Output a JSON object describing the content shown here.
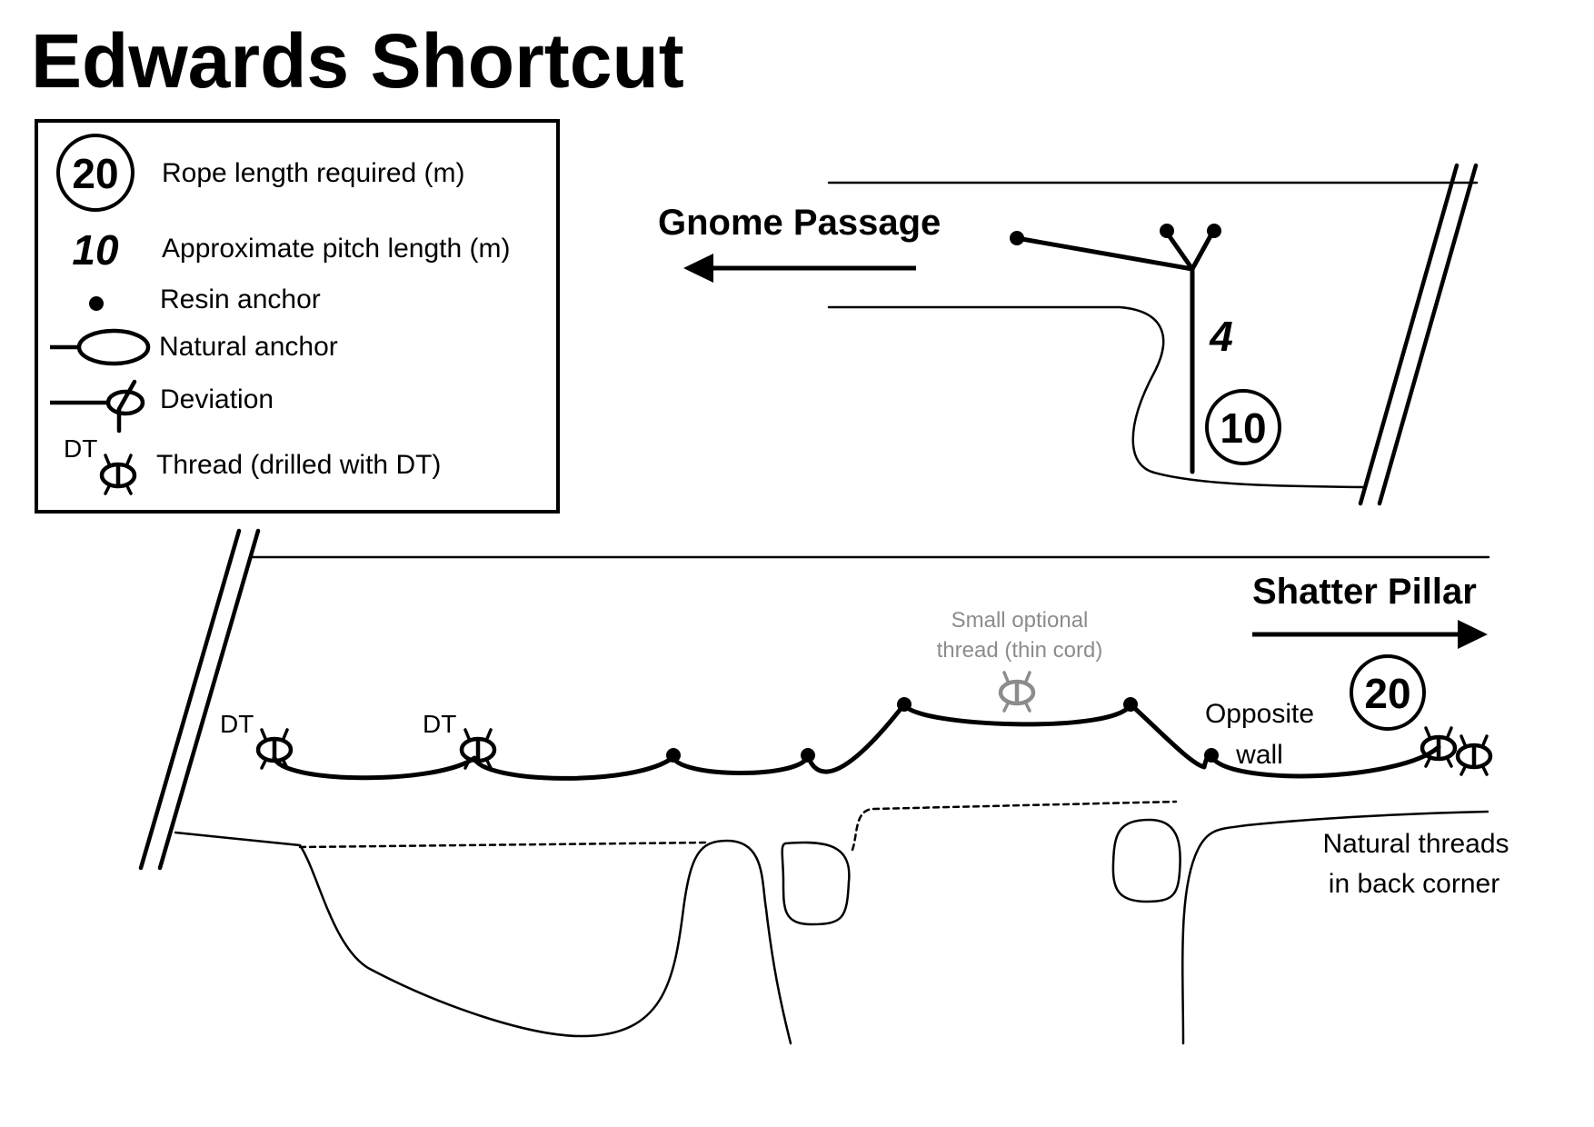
{
  "title": "Edwards Shortcut",
  "legend": {
    "rope_symbol": "20",
    "rope_label": "Rope length required (m)",
    "pitch_symbol": "10",
    "pitch_label": "Approximate pitch length (m)",
    "resin_label": "Resin anchor",
    "natural_label": "Natural anchor",
    "deviation_label": "Deviation",
    "thread_prefix": "DT",
    "thread_label": "Thread (drilled with DT)"
  },
  "upper": {
    "passage_label": "Gnome Passage",
    "pitch_length": "4",
    "rope_length": "10"
  },
  "lower": {
    "passage_label": "Shatter Pillar",
    "rope_length": "20",
    "dt_label_1": "DT",
    "dt_label_2": "DT",
    "optional_note_line1": "Small optional",
    "optional_note_line2": "thread (thin cord)",
    "opposite_line1": "Opposite",
    "opposite_line2": "wall",
    "natural_line1": "Natural threads",
    "natural_line2": "in back corner"
  },
  "colors": {
    "ink": "#000000",
    "optional": "#8c8c8c",
    "background": "#ffffff"
  }
}
